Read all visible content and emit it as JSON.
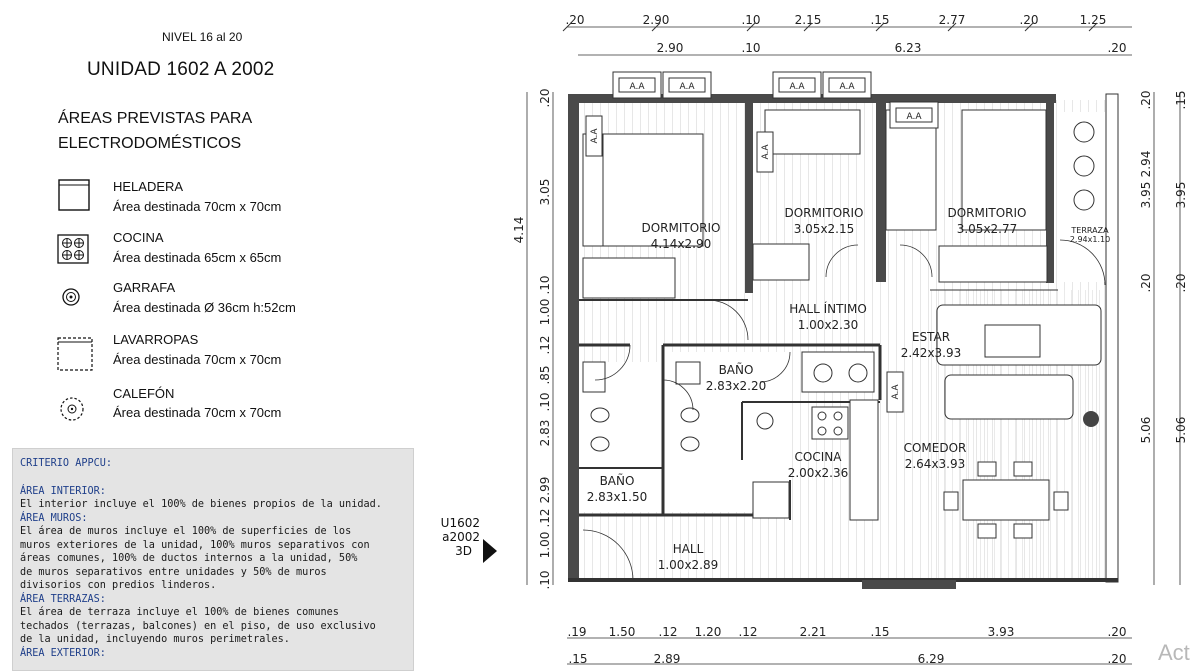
{
  "legend": {
    "level": "NIVEL 16 al 20",
    "unit": "UNIDAD 1602 A 2002",
    "areas_line1": "ÁREAS PREVISTAS PARA",
    "areas_line2": "ELECTRODOMÉSTICOS",
    "items": [
      {
        "icon": "fridge-icon",
        "name": "HELADERA",
        "desc": "Área destinada 70cm x 70cm"
      },
      {
        "icon": "stove-icon",
        "name": "COCINA",
        "desc": "Área destinada 65cm x 65cm"
      },
      {
        "icon": "gas-cylinder-icon",
        "name": "GARRAFA",
        "desc": "Área destinada Ø 36cm h:52cm"
      },
      {
        "icon": "washer-icon",
        "name": "LAVARROPAS",
        "desc": "Área destinada 70cm x 70cm"
      },
      {
        "icon": "water-heater-icon",
        "name": "CALEFÓN",
        "desc": "Área destinada 70cm x 70cm"
      }
    ]
  },
  "appcu": {
    "title": "CRITERIO APPCU:",
    "interior_h": "ÁREA INTERIOR:",
    "interior_t": "El interior incluye el 100% de bienes propios de la unidad.",
    "muros_h": "ÁREA MUROS:",
    "muros_t": "El área de muros incluye el 100% de superficies de los\nmuros exteriores de la unidad, 100% muros separativos con\náreas comunes, 100% de ductos internos a la unidad, 50%\nde muros separativos entre unidades y 50% de muros\ndivisorios con predios linderos.",
    "terrazas_h": "ÁREA TERRAZAS:",
    "terrazas_t": "El área de terraza incluye el 100% de bienes comunes\ntechados (terrazas, balcones) en el piso, de uso exclusivo\nde la unidad, incluyendo muros perimetrales.",
    "exterior_h": "ÁREA EXTERIOR:"
  },
  "tag": {
    "l1": "U1602",
    "l2": "a2002",
    "l3": "3D"
  },
  "watermark": "Act",
  "rooms": [
    {
      "name": "DORMITORIO",
      "size": "4.14x2.90"
    },
    {
      "name": "DORMITORIO",
      "size": "3.05x2.15"
    },
    {
      "name": "DORMITORIO",
      "size": "3.05x2.77"
    },
    {
      "name": "TERRAZA",
      "size": "2.94x1.10"
    },
    {
      "name": "HALL ÍNTIMO",
      "size": "1.00x2.30"
    },
    {
      "name": "ESTAR",
      "size": "2.42x3.93"
    },
    {
      "name": "BAÑO",
      "size": "2.83x2.20"
    },
    {
      "name": "COCINA",
      "size": "2.00x2.36"
    },
    {
      "name": "COMEDOR",
      "size": "2.64x3.93"
    },
    {
      "name": "BAÑO",
      "size": "2.83x1.50"
    },
    {
      "name": "HALL",
      "size": "1.00x2.89"
    }
  ],
  "ac_label": "A.A",
  "dims": {
    "top1": [
      ".20",
      "2.90",
      ".10",
      "2.15",
      ".15",
      "2.77",
      ".20",
      "1.25"
    ],
    "top2": [
      "2.90",
      ".10",
      "6.23",
      ".20"
    ],
    "bot1": [
      ".19",
      "1.50",
      ".12",
      "1.20",
      ".12",
      "2.21",
      ".15",
      "3.93",
      ".20"
    ],
    "bot2": [
      ".15",
      "2.89",
      "6.29",
      ".20"
    ],
    "left_outer": [
      "4.14"
    ],
    "left_inner": [
      ".20",
      "3.05",
      ".10",
      "1.00",
      ".12",
      ".85",
      ".10",
      "2.83",
      "2.99",
      ".12",
      "1.00",
      ".10"
    ],
    "right_inner": [
      ".20",
      "2.94",
      "3.95",
      ".20",
      "5.06"
    ],
    "right_outer": [
      ".15",
      "3.95",
      ".20",
      "5.06"
    ]
  }
}
